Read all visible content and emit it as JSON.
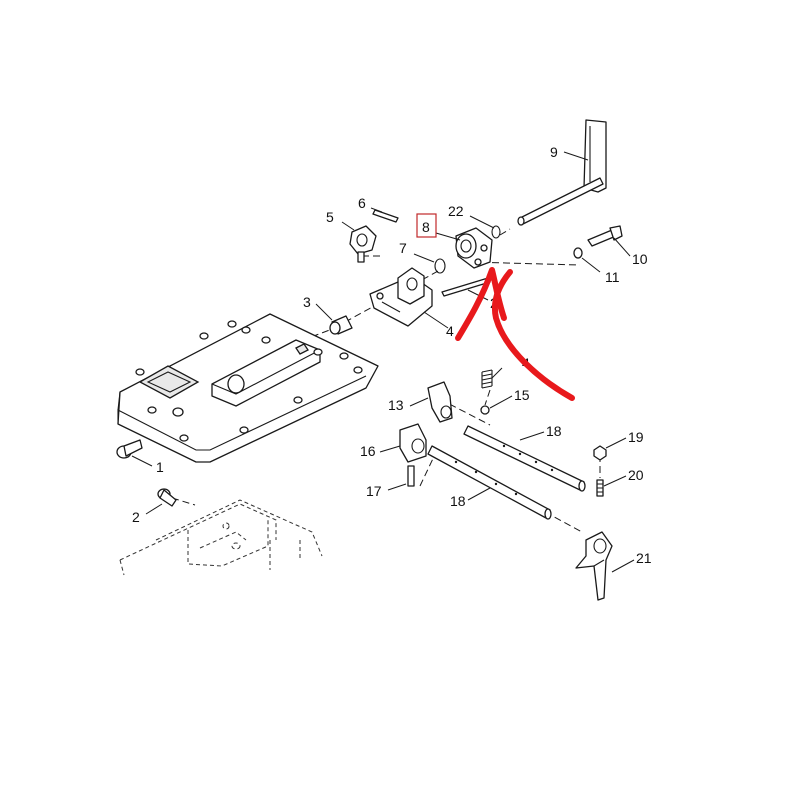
{
  "colors": {
    "line": "#1a1a1a",
    "annotation": "#e8191c",
    "highlight_box": "#c0282a"
  },
  "highlighted_callout": "8",
  "callouts": {
    "c1": "1",
    "c2": "2",
    "c3": "3",
    "c4a": "4",
    "c4b": "4",
    "c5": "5",
    "c6": "6",
    "c7": "7",
    "c8": "8",
    "c9": "9",
    "c10": "10",
    "c11": "11",
    "c12": "2",
    "c13": "13",
    "c15": "15",
    "c16": "16",
    "c17": "17",
    "c18a": "18",
    "c18b": "18",
    "c19": "19",
    "c20": "20",
    "c21": "21",
    "c22": "22"
  },
  "annotation": {
    "type": "freehand-curved-arrow",
    "pointing_to": "8"
  }
}
